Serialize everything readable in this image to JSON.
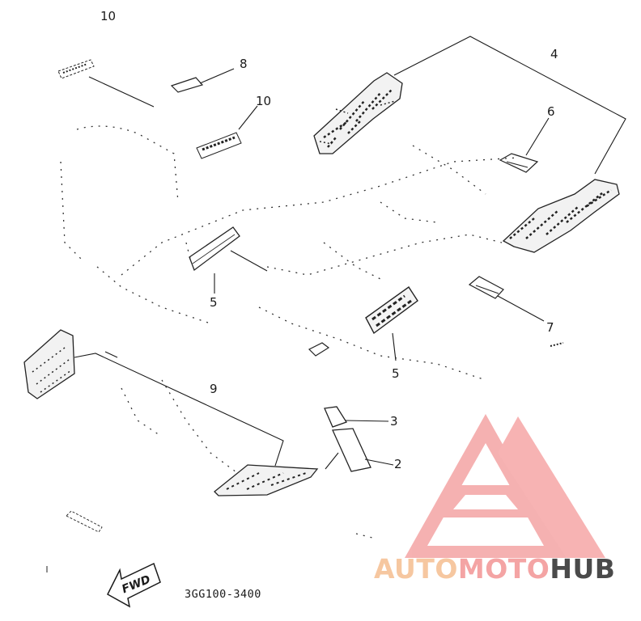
{
  "diagram": {
    "part_number": "3GG100-3400",
    "fwd_label": "FWD",
    "callouts": [
      {
        "id": "10a",
        "label": "10"
      },
      {
        "id": "8",
        "label": "8"
      },
      {
        "id": "10b",
        "label": "10"
      },
      {
        "id": "4",
        "label": "4"
      },
      {
        "id": "6",
        "label": "6"
      },
      {
        "id": "5a",
        "label": "5"
      },
      {
        "id": "7",
        "label": "7"
      },
      {
        "id": "5b",
        "label": "5"
      },
      {
        "id": "9",
        "label": "9"
      },
      {
        "id": "3",
        "label": "3"
      },
      {
        "id": "2",
        "label": "2"
      }
    ]
  },
  "watermark": {
    "part1": "AUTO",
    "part2": "MOTO",
    "part3": "HUB",
    "color_auto": "#f6c7a0",
    "color_moto": "#f4a4a4",
    "color_hub": "#4a4a4a"
  }
}
